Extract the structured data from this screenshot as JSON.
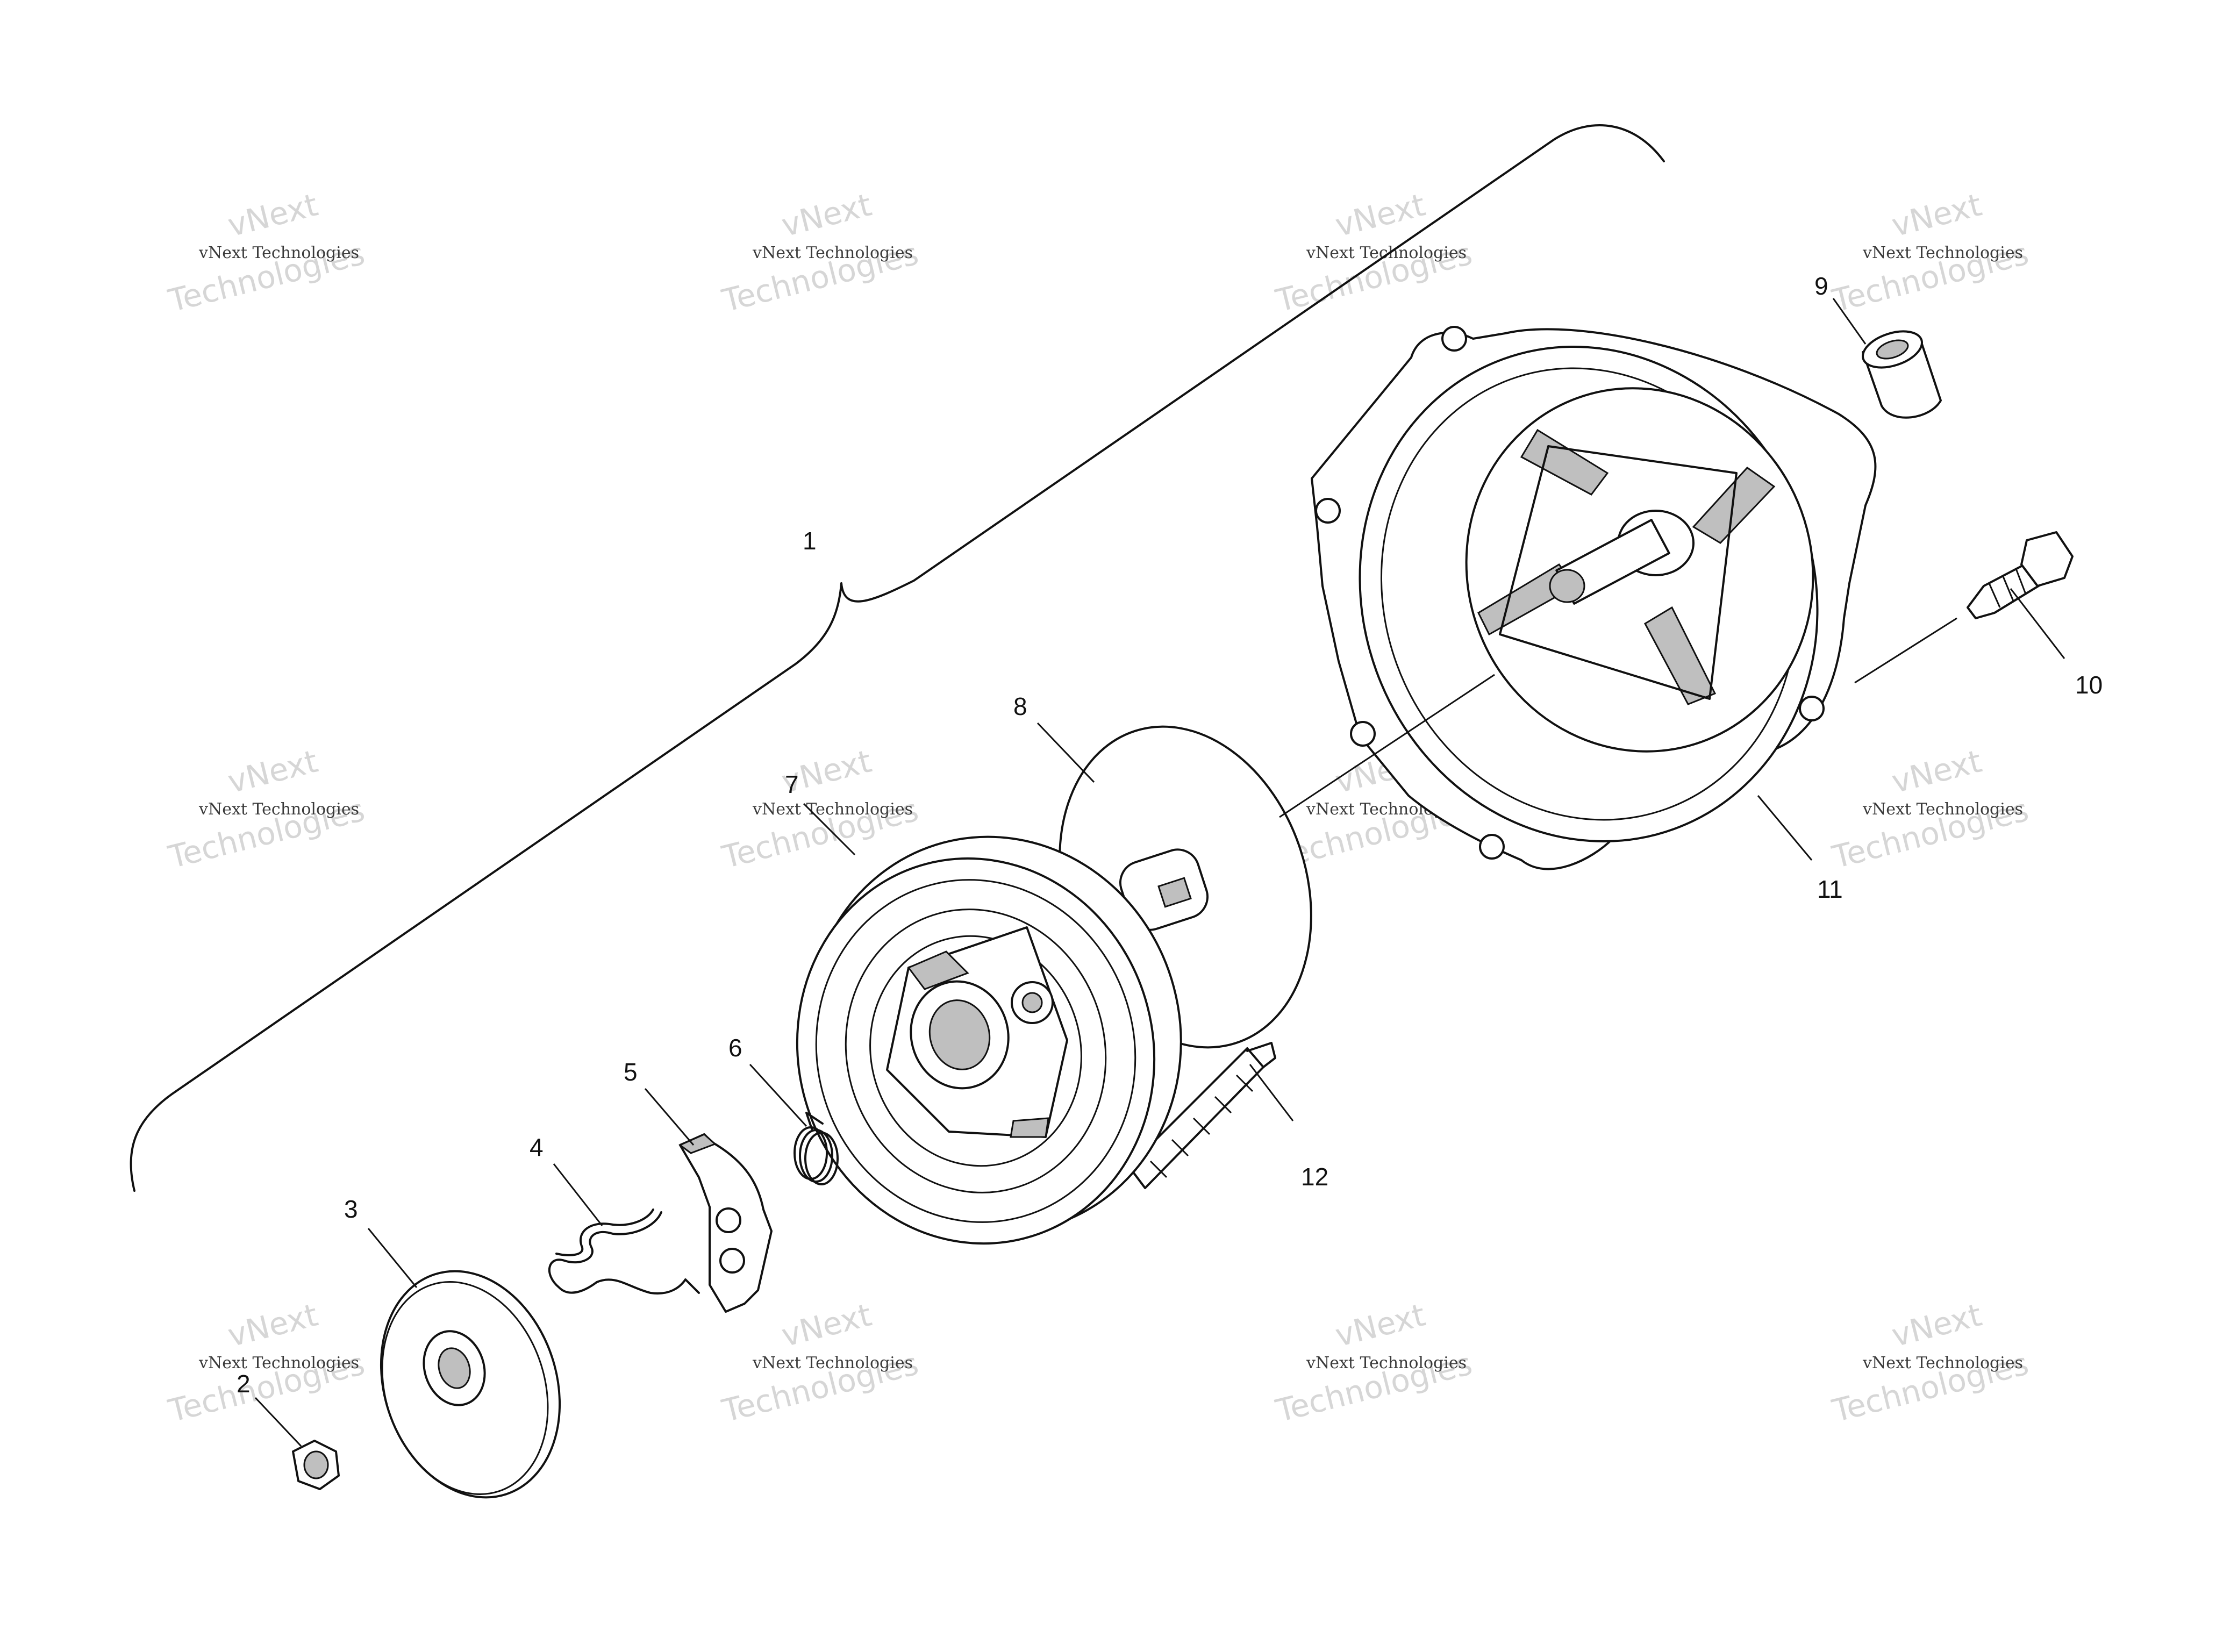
{
  "callouts": [
    {
      "id": "1",
      "label": "1"
    },
    {
      "id": "2",
      "label": "2"
    },
    {
      "id": "3",
      "label": "3"
    },
    {
      "id": "4",
      "label": "4"
    },
    {
      "id": "5",
      "label": "5"
    },
    {
      "id": "6",
      "label": "6"
    },
    {
      "id": "7",
      "label": "7"
    },
    {
      "id": "8",
      "label": "8"
    },
    {
      "id": "9",
      "label": "9"
    },
    {
      "id": "10",
      "label": "10"
    },
    {
      "id": "11",
      "label": "11"
    },
    {
      "id": "12",
      "label": "12"
    }
  ],
  "watermark": {
    "line1": "vNext Technologies",
    "line2": "vNext",
    "line3": "Technologies"
  },
  "colors": {
    "line": "#111111",
    "background": "#ffffff",
    "watermark_gray": "#d6d6d6"
  }
}
